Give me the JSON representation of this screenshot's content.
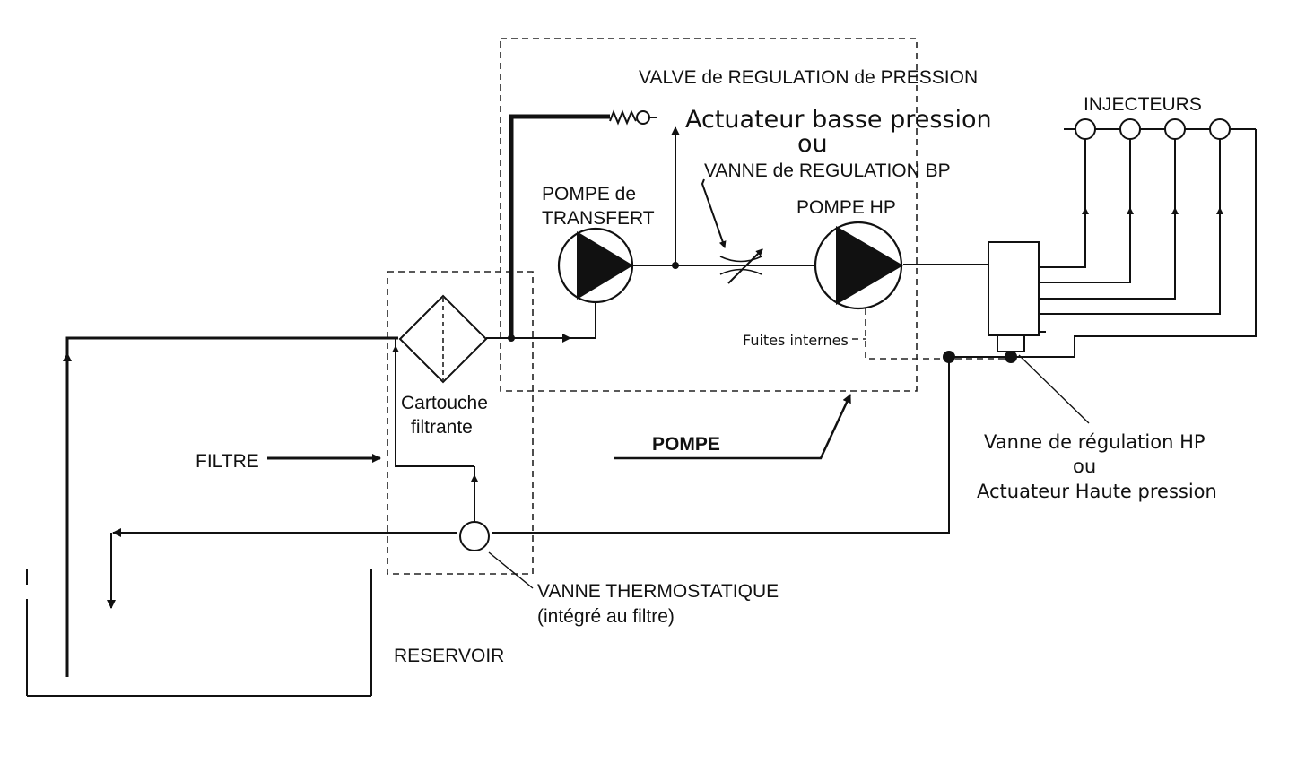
{
  "labels": {
    "valve_regulation": "VALVE de REGULATION de PRESSION",
    "actuateur_bp": "Actuateur basse pression",
    "ou_top": "ou",
    "vanne_bp": "VANNE de REGULATION BP",
    "pompe_transfert_1": "POMPE de",
    "pompe_transfert_2": "TRANSFERT",
    "pompe_hp": "POMPE HP",
    "injecteurs": "INJECTEURS",
    "fuites": "Fuites internes",
    "cartouche_1": "Cartouche",
    "cartouche_2": "filtrante",
    "filtre": "FILTRE",
    "pompe": "POMPE",
    "vanne_hp": "Vanne de régulation HP",
    "ou_bottom": "ou",
    "actuateur_hp": "Actuateur Haute pression",
    "vanne_thermo_1": "VANNE THERMOSTATIQUE",
    "vanne_thermo_2": "(intégré au filtre)",
    "reservoir": "RESERVOIR"
  }
}
